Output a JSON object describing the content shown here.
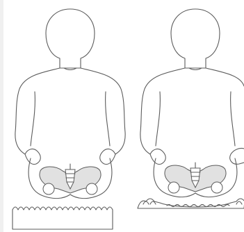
{
  "figure": {
    "panels": [
      {
        "id": "firm-surface",
        "body": "seated-back-view",
        "surface": "firm-ridged"
      },
      {
        "id": "soft-surface",
        "body": "seated-back-view",
        "surface": "soft-cushion"
      }
    ],
    "colors": {
      "line": "#5b5b5b",
      "bone": "#e1e1e1",
      "background": "#ffffff"
    }
  }
}
